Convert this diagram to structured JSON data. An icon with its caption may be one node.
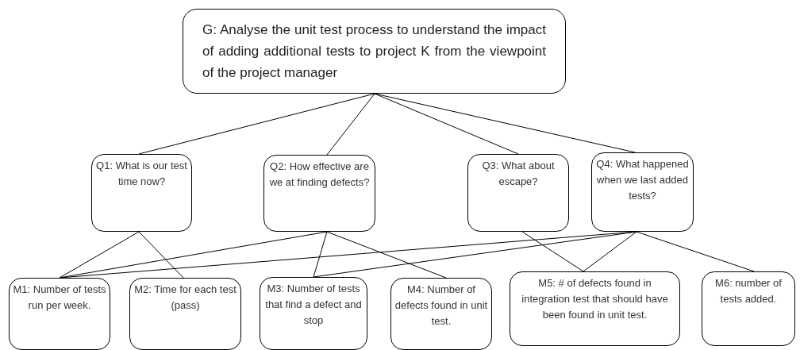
{
  "diagram": {
    "nodes": [
      {
        "text": [
          "G: Analyse the unit test process to understand the impact of adding additional tests to project K from the viewpoint of the project manager"
        ]
      },
      {
        "text": [
          "Q1: What is our test time now?"
        ]
      },
      {
        "text": [
          "Q2: How effective are we at finding defects?"
        ]
      },
      {
        "text": [
          "Q3: What about escape?"
        ]
      },
      {
        "text": [
          "Q4: What happened when we last added tests?"
        ]
      },
      {
        "text": [
          "M1: Number of tests run per week."
        ]
      },
      {
        "text": [
          "M2: Time for each test (pass)"
        ]
      },
      {
        "text": [
          "M3: Number of tests that find a defect and stop"
        ]
      },
      {
        "text": [
          "M4: Number of defects found in unit test."
        ]
      },
      {
        "text": [
          "M5: # of defects found in integration test that should have been found in unit test."
        ]
      },
      {
        "text": [
          "M6: number of tests added."
        ]
      }
    ],
    "edges": [
      {
        "from": 0,
        "to": 1,
        "arrow": "none"
      },
      {
        "from": 0,
        "to": 2,
        "arrow": "none"
      },
      {
        "from": 0,
        "to": 3,
        "arrow": "none"
      },
      {
        "from": 0,
        "to": 4,
        "arrow": "none"
      },
      {
        "from": 1,
        "to": 5,
        "arrow": "none"
      },
      {
        "from": 1,
        "to": 6,
        "arrow": "none"
      },
      {
        "from": 2,
        "to": 5,
        "arrow": "none"
      },
      {
        "from": 2,
        "to": 7,
        "arrow": "none"
      },
      {
        "from": 2,
        "to": 8,
        "arrow": "none"
      },
      {
        "from": 4,
        "to": 5,
        "arrow": "none"
      },
      {
        "from": 4,
        "to": 7,
        "arrow": "none"
      },
      {
        "from": 3,
        "to": 9,
        "arrow": "none"
      },
      {
        "from": 4,
        "to": 9,
        "arrow": "none"
      },
      {
        "from": 4,
        "to": 10,
        "arrow": "none"
      }
    ]
  }
}
